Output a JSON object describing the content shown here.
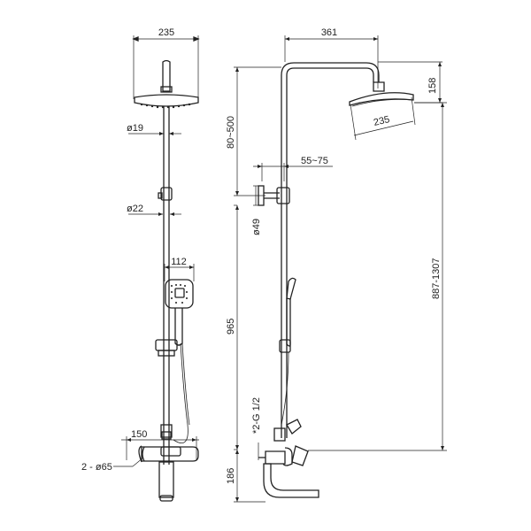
{
  "labels": {
    "front_head_width": "235",
    "side_arm_length": "361",
    "head_height": "158",
    "side_head_width": "235",
    "riser_adjust": "80~500",
    "pipe_dia_upper": "ø19",
    "pipe_dia_lower": "ø22",
    "wall_offset": "55~75",
    "bracket_dia": "ø49",
    "hand_shower_width": "112",
    "riser_height": "965",
    "total_height": "887-1307",
    "inlet_thread": "*2-G 1/2",
    "spout_width": "150",
    "flange_dia": "2 - ø65",
    "bottom_height": "186"
  }
}
